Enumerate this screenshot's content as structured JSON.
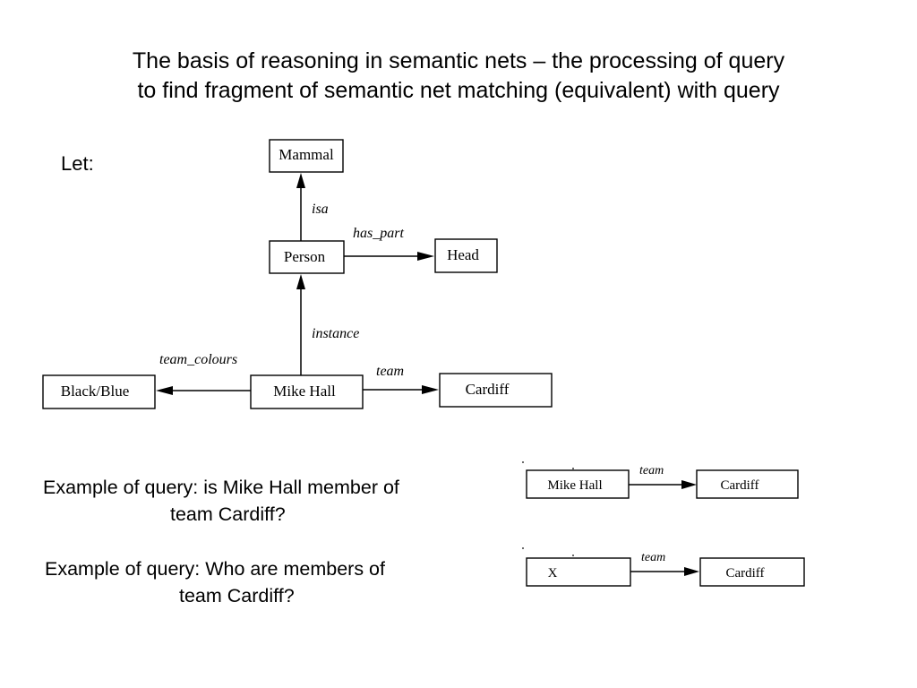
{
  "title": {
    "line1": "The basis of reasoning in semantic nets – the processing of query",
    "line2": "to find fragment of semantic net matching (equivalent) with query"
  },
  "let_label": "Let:",
  "net": {
    "nodes": {
      "mammal": "Mammal",
      "person": "Person",
      "head": "Head",
      "mike_hall": "Mike Hall",
      "black_blue": "Black/Blue",
      "cardiff": "Cardiff"
    },
    "edges": {
      "isa": "isa",
      "has_part": "has_part",
      "instance": "instance",
      "team_colours": "team_colours",
      "team": "team"
    }
  },
  "examples": [
    {
      "line1": "Example of query: is Mike Hall member of",
      "line2": "team Cardiff?",
      "diagram": {
        "subject": "Mike Hall",
        "relation": "team",
        "object": "Cardiff"
      }
    },
    {
      "line1": "Example of query: Who are members of",
      "line2": "team Cardiff?",
      "diagram": {
        "subject": "X",
        "relation": "team",
        "object": "Cardiff"
      }
    }
  ]
}
